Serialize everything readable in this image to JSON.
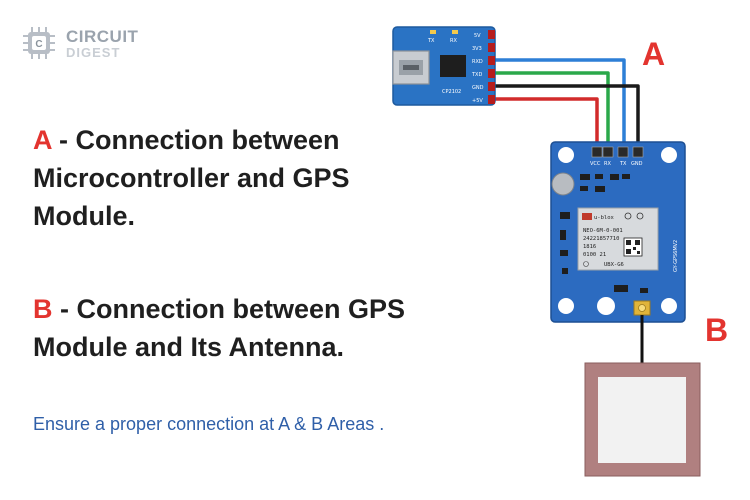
{
  "logo": {
    "line1": "CIRCUIT",
    "line2": "DIGEST"
  },
  "markers": {
    "a": "A",
    "b": "B"
  },
  "desc_a": {
    "letter": "A",
    "text": " - Connection between Microcontroller and GPS Module."
  },
  "desc_b": {
    "letter": "B",
    "text": " - Connection between GPS Module and Its Antenna."
  },
  "note": "Ensure a proper connection at A & B Areas .",
  "usb_module": {
    "chip_label": "CP2102",
    "led_labels": [
      "TX",
      "RX"
    ],
    "pins": [
      "5V",
      "3V3",
      "RXD",
      "TXD",
      "GND",
      "+5V"
    ]
  },
  "gps_module": {
    "pins": [
      "VCC",
      "RX",
      "TX",
      "GND"
    ],
    "side_label": "GY-GPS6MV2",
    "chip_brand": "u-blox",
    "chip_lines": [
      "NEO-6M-0-001",
      "24221857710",
      "1816",
      "0100 21"
    ],
    "chip_logo_text": "UBX-G6"
  },
  "wire_colors": {
    "red": "#d22b2b",
    "green": "#2aa84a",
    "blue": "#2d7fd6",
    "black": "#1a1a1a"
  }
}
